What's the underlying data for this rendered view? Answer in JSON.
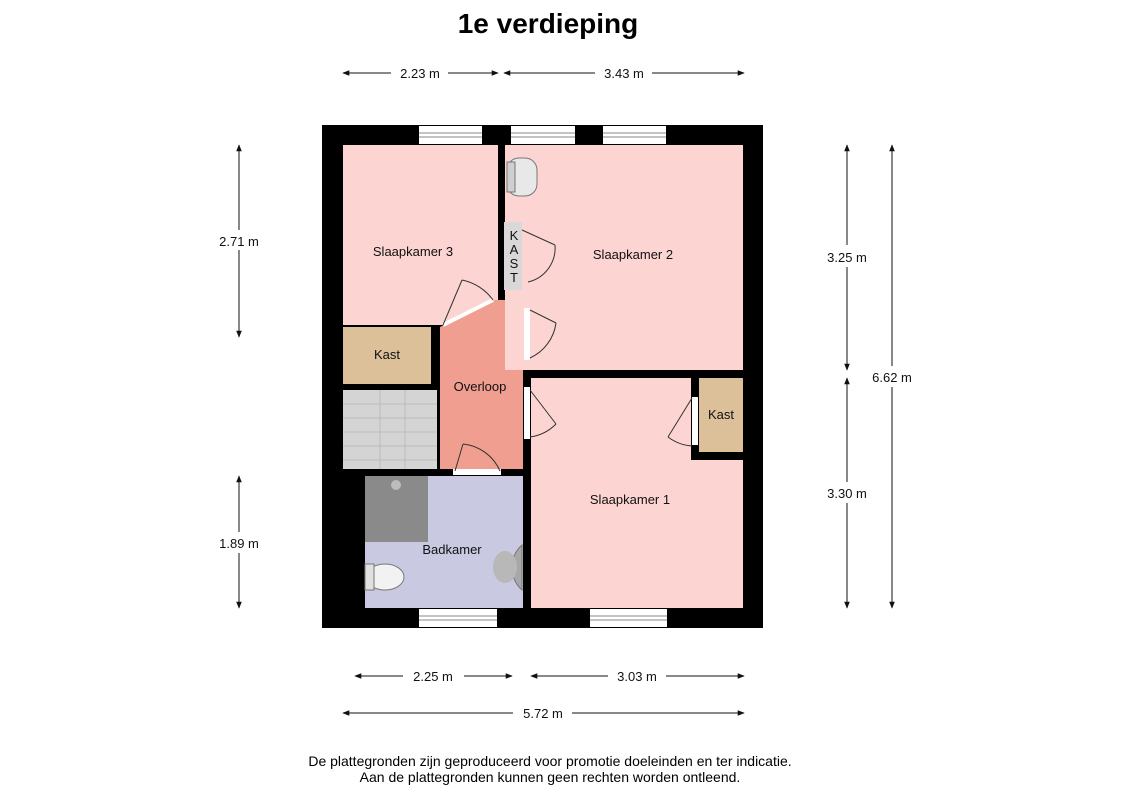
{
  "title": "1e verdieping",
  "dimensions": {
    "top_left": "2.23 m",
    "top_right": "3.43 m",
    "left_upper": "2.71 m",
    "left_lower": "1.89 m",
    "right_upper": "3.25 m",
    "right_lower": "3.30 m",
    "right_total": "6.62 m",
    "bottom_left": "2.25 m",
    "bottom_right": "3.03 m",
    "bottom_total": "5.72 m"
  },
  "rooms": {
    "slaapkamer3": "Slaapkamer 3",
    "slaapkamer2": "Slaapkamer 2",
    "slaapkamer1": "Slaapkamer 1",
    "kast_left": "Kast",
    "kast_right": "Kast",
    "overloop": "Overloop",
    "badkamer": "Badkamer",
    "kast_vertical": [
      "K",
      "A",
      "S",
      "T"
    ]
  },
  "colors": {
    "bedroom": "#fcd4d2",
    "overloop": "#ef9e90",
    "kast": "#dcc09a",
    "badkamer": "#c9c9e2",
    "stairs": "#d4d4d4",
    "wall": "#000000"
  },
  "disclaimer": {
    "line1": "De plattegronden zijn geproduceerd voor promotie doeleinden en ter indicatie.",
    "line2": "Aan de plattegronden kunnen geen rechten worden ontleend."
  }
}
